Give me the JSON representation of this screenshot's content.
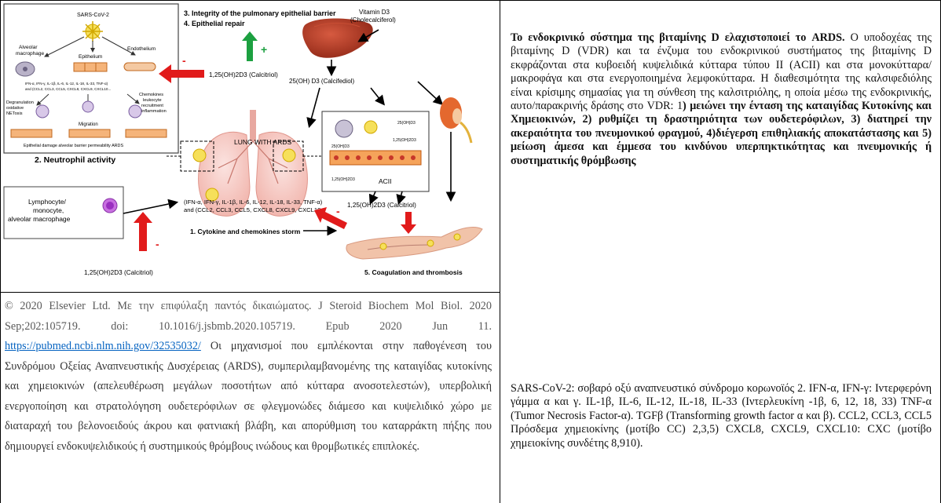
{
  "figure": {
    "labels": {
      "sars": "SARS-CoV-2",
      "alveolar_macrophage": "Alveolar\nmacrophage",
      "epithelium": "Epithelium",
      "endothelium": "Endothelium",
      "cytokine_small": "IFN-α, IFN-γ, IL-1β, IL-6, IL-12, IL-18, IL-33, TNF-α)",
      "cytokine_small2": "and (CCL2, CCL3, CCL5, CXCL8, CXCL9, CXCL10...",
      "degranulation": "Degranulation\noxidative\nNETosis",
      "chemokines": "Chemokines\nleukocyte\nrecruitment\ninflammation",
      "migration": "Migration",
      "epithelial_damage": "Epithelial damage alveolar barrier permeability ARDS",
      "neutrophil_activity": "2. Neutrophil activity",
      "integrity": "3. Integrity of the pulmonary epithelial barrier",
      "repair": "4. Epithelial repair",
      "calcitriol": "1,25(OH)2D3 (Calcitriol)",
      "vitd3": "Vitamin D3\n(Cholecalciferol)",
      "calcifediol": "25(OH) D3 (Calcifediol)",
      "lung": "LUNG WITH ARDS",
      "acii": "ACII",
      "inset_25": "25(OH)D3",
      "inset_125": "1,25(OH)2D3",
      "lymphocyte": "Lymphocyte/\nmonocyte,\nalveolar macrophage",
      "storm_list1": "(IFN-α, IFN-γ, IL-1β, IL-6, IL-12, IL-18, IL-33, TNF-α)",
      "storm_list2": "and (CCL2, CCL3, CCL5, CXCL8, CXCL9, CXCL10...",
      "storm": "1. Cytokine and chemokines storm",
      "coag": "5. Coagulation and thrombosis",
      "plus": "+",
      "minus": "-"
    }
  },
  "caption": {
    "copyright": "© 2020 Elsevier Ltd. Με την επιφύλαξη παντός δικαιώματος.",
    "citation": " J Steroid Biochem Mol Biol. 2020 Sep;202:105719. doi: 10.1016/j.jsbmb.2020.105719. Epub 2020 Jun 11.",
    "link": "https://pubmed.ncbi.nlm.nih.gov/32535032/",
    "body": " Οι μηχανισμοί που εμπλέκονται στην παθογένεση του Συνδρόμου Οξείας Αναπνευστικής Δυσχέρειας (ARDS), συμπεριλαμβανομένης της καταιγίδας κυτοκίνης και χημειοκινών (απελευθέρωση μεγάλων ποσοτήτων από κύτταρα ανοσοτελεστών), υπερβολική ενεργοποίηση και στρατολόγηση ουδετερόφιλων σε φλεγμονώδες διάμεσο και κυψελιδικό χώρο με διαταραχή του βελονοειδούς άκρου και φατνιακή βλάβη, και απορύθμιση του καταρράκτη πήξης που δημιουργεί ενδοκυψελιδικούς ή συστημικούς θρόμβους ινώδους και θρομβωτικές επιπλοκές."
  },
  "right": {
    "title": "Το ενδοκρινικό σύστημα της βιταμίνης D ελαχιστοποιεί το ARDS.",
    "p1": " Ο υποδοχέας της βιταμίνης D (VDR) και τα ένζυμα του ενδοκρινικού συστήματος της βιταμίνης D εκφράζονται στα κυβοειδή κυψελιδικά κύτταρα τύπου II (ACII) και στα μονοκύτταρα/μακροφάγα και στα ενεργοποιημένα λεμφοκύτταρα. Η διαθεσιμότητα της καλσιφεδιόλης είναι κρίσιμης σημασίας για τη σύνθεση της καλσιτριόλης, η οποία μέσω της ενδοκρινικής, αυτο/παρακρινής δράσης στο VDR: 1",
    "p2": ") μειώνει την ένταση της καταιγίδας Κυτοκίνης και Χημειοκινών, 2) ρυθμίζει τη δραστηριότητα των ουδετερόφιλων, 3) διατηρεί την ακεραιότητα του πνευμονικού φραγμού, 4)διέγερση επιθηλιακής αποκατάστασης και 5) μείωση άμεσα και έμμεσα του κινδύνου υπερπηκτικότητας και πνευμονικής ή συστηματικής θρόμβωσης",
    "abbreviations": "SARS-CoV-2: σοβαρό οξύ αναπνευστικό σύνδρομο κορωνοϊός 2. IFN-α, IFN-γ: Ιντερφερόνη γάμμα α και γ. IL-1β, IL-6, IL-12, IL-18, IL-33 (Ιντερλευκίνη -1β, 6, 12, 18, 33) TNF-α (Tumor Necrosis Factor-α). TGFβ (Transforming growth factor α και β). CCL2, CCL3, CCL5 Πρόσδεμα χημειοκίνης (μοτίβο CC) 2,3,5) CXCL8, CXCL9, CXCL10: CXC (μοτίβο χημειοκίνης συνδέτης 8,910)."
  }
}
